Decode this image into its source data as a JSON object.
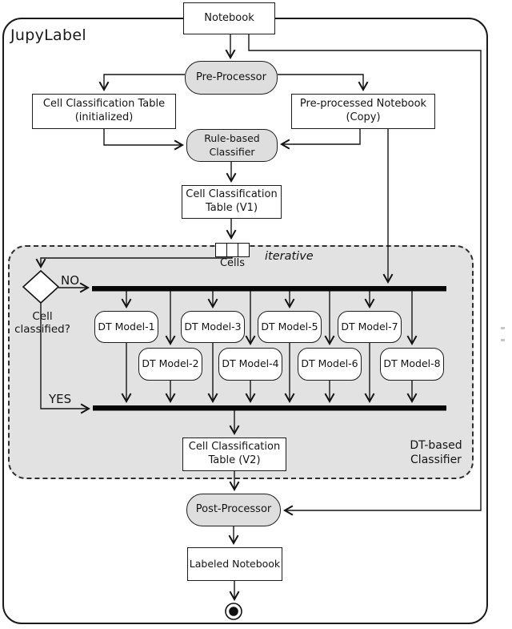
{
  "figure": {
    "container_title": "JupyLabel",
    "region_label": {
      "line1": "DT-based",
      "line2": "Classifier"
    },
    "iterative_label": "iterative"
  },
  "flow": {
    "notebook": "Notebook",
    "pre_processor": "Pre-Processor",
    "cct_initialized": {
      "line1": "Cell Classification Table",
      "line2": "(initialized)"
    },
    "ppn_copy": {
      "line1": "Pre-processed Notebook",
      "line2": "(Copy)"
    },
    "rule_based": {
      "line1": "Rule-based",
      "line2": "Classifier"
    },
    "cct_v1": {
      "line1": "Cell Classification",
      "line2": "Table (V1)"
    },
    "cells_label": "Cells",
    "decision": {
      "line1": "Cell",
      "line2": "classified?",
      "no_branch": "NO",
      "yes_branch": "YES"
    },
    "dt_models": [
      "DT Model-1",
      "DT Model-2",
      "DT Model-3",
      "DT Model-4",
      "DT Model-5",
      "DT Model-6",
      "DT Model-7",
      "DT Model-8"
    ],
    "cct_v2": {
      "line1": "Cell Classification",
      "line2": "Table (V2)"
    },
    "post_processor": "Post-Processor",
    "labeled_notebook": "Labeled Notebook"
  },
  "colors": {
    "activity_fill": "#dedede",
    "region_fill": "#e2e2e2",
    "box_fill": "#ffffff",
    "line": "#141414",
    "sync_bar": "#060606"
  }
}
